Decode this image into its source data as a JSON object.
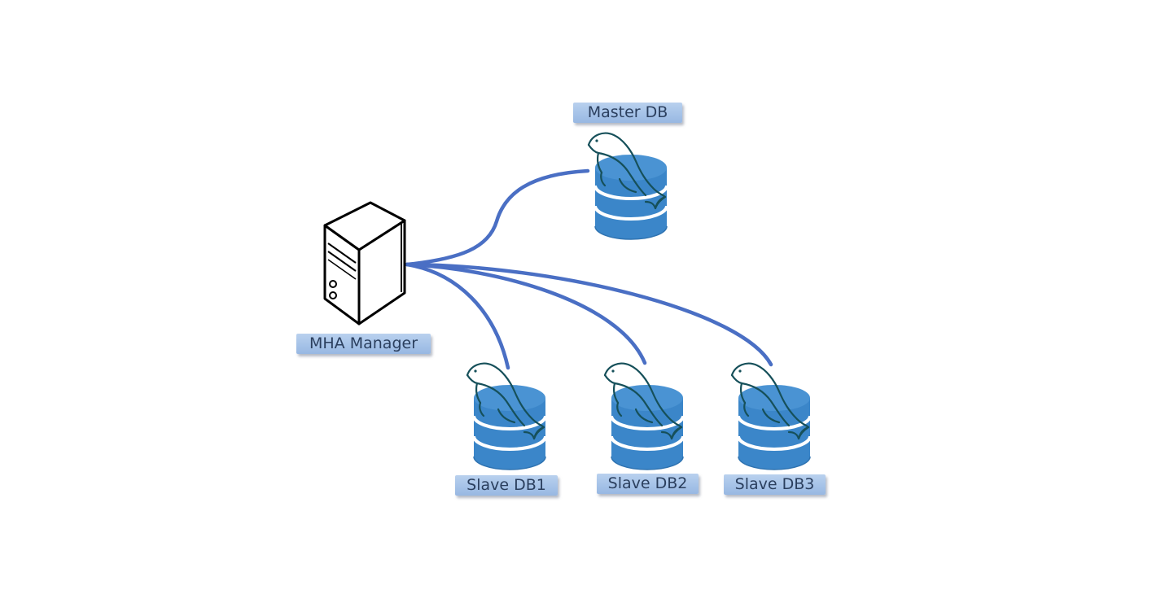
{
  "diagram": {
    "colors": {
      "connection": "#4a6fc4",
      "db_fill": "#3b86c9",
      "db_band": "#ffffff",
      "dolphin_stroke": "#16505a",
      "label_text": "#2b3f5e",
      "label_fill": "#a6c3e8",
      "server_stroke": "#000000"
    },
    "nodes": {
      "manager": {
        "label": "MHA Manager",
        "icon": "server-icon"
      },
      "master": {
        "label": "Master DB",
        "icon": "mysql-database-icon"
      },
      "slave1": {
        "label": "Slave DB1",
        "icon": "mysql-database-icon"
      },
      "slave2": {
        "label": "Slave DB2",
        "icon": "mysql-database-icon"
      },
      "slave3": {
        "label": "Slave DB3",
        "icon": "mysql-database-icon"
      }
    },
    "connections": [
      {
        "from": "manager",
        "to": "master"
      },
      {
        "from": "manager",
        "to": "slave1"
      },
      {
        "from": "manager",
        "to": "slave2"
      },
      {
        "from": "manager",
        "to": "slave3"
      }
    ]
  }
}
